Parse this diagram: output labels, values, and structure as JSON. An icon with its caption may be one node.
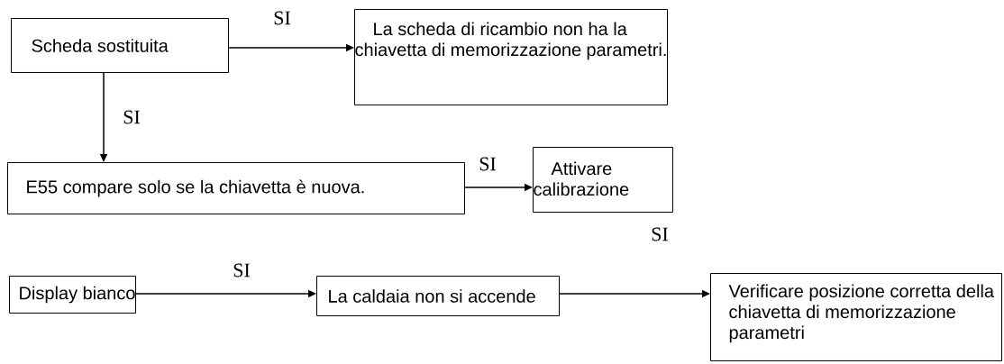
{
  "diagram": {
    "nodes": [
      {
        "text": [
          "Scheda sostituita"
        ]
      },
      {
        "text": [
          "La scheda di ricambio non ha la chiavetta di memorizzazione parametri."
        ]
      },
      {
        "text": [
          "E55 compare solo se la chiavetta è nuova."
        ]
      },
      {
        "text": [
          "Attivare calibrazione"
        ]
      },
      {
        "text": [
          "Display bianco"
        ]
      },
      {
        "text": [
          "La caldaia non si accende"
        ]
      },
      {
        "text": [
          "Verificare posizione corretta della chiavetta di memorizzazione parametri"
        ]
      }
    ],
    "edges": [
      {
        "from": 0,
        "to": 1,
        "arrow": "to",
        "label": "SI"
      },
      {
        "from": 0,
        "to": 2,
        "arrow": "to",
        "label": "SI"
      },
      {
        "from": 2,
        "to": 3,
        "arrow": "to",
        "label": "SI"
      },
      {
        "from": 4,
        "to": 5,
        "arrow": "to",
        "label": "SI"
      },
      {
        "from": 5,
        "to": 6,
        "arrow": "to",
        "label": "SI"
      }
    ]
  }
}
